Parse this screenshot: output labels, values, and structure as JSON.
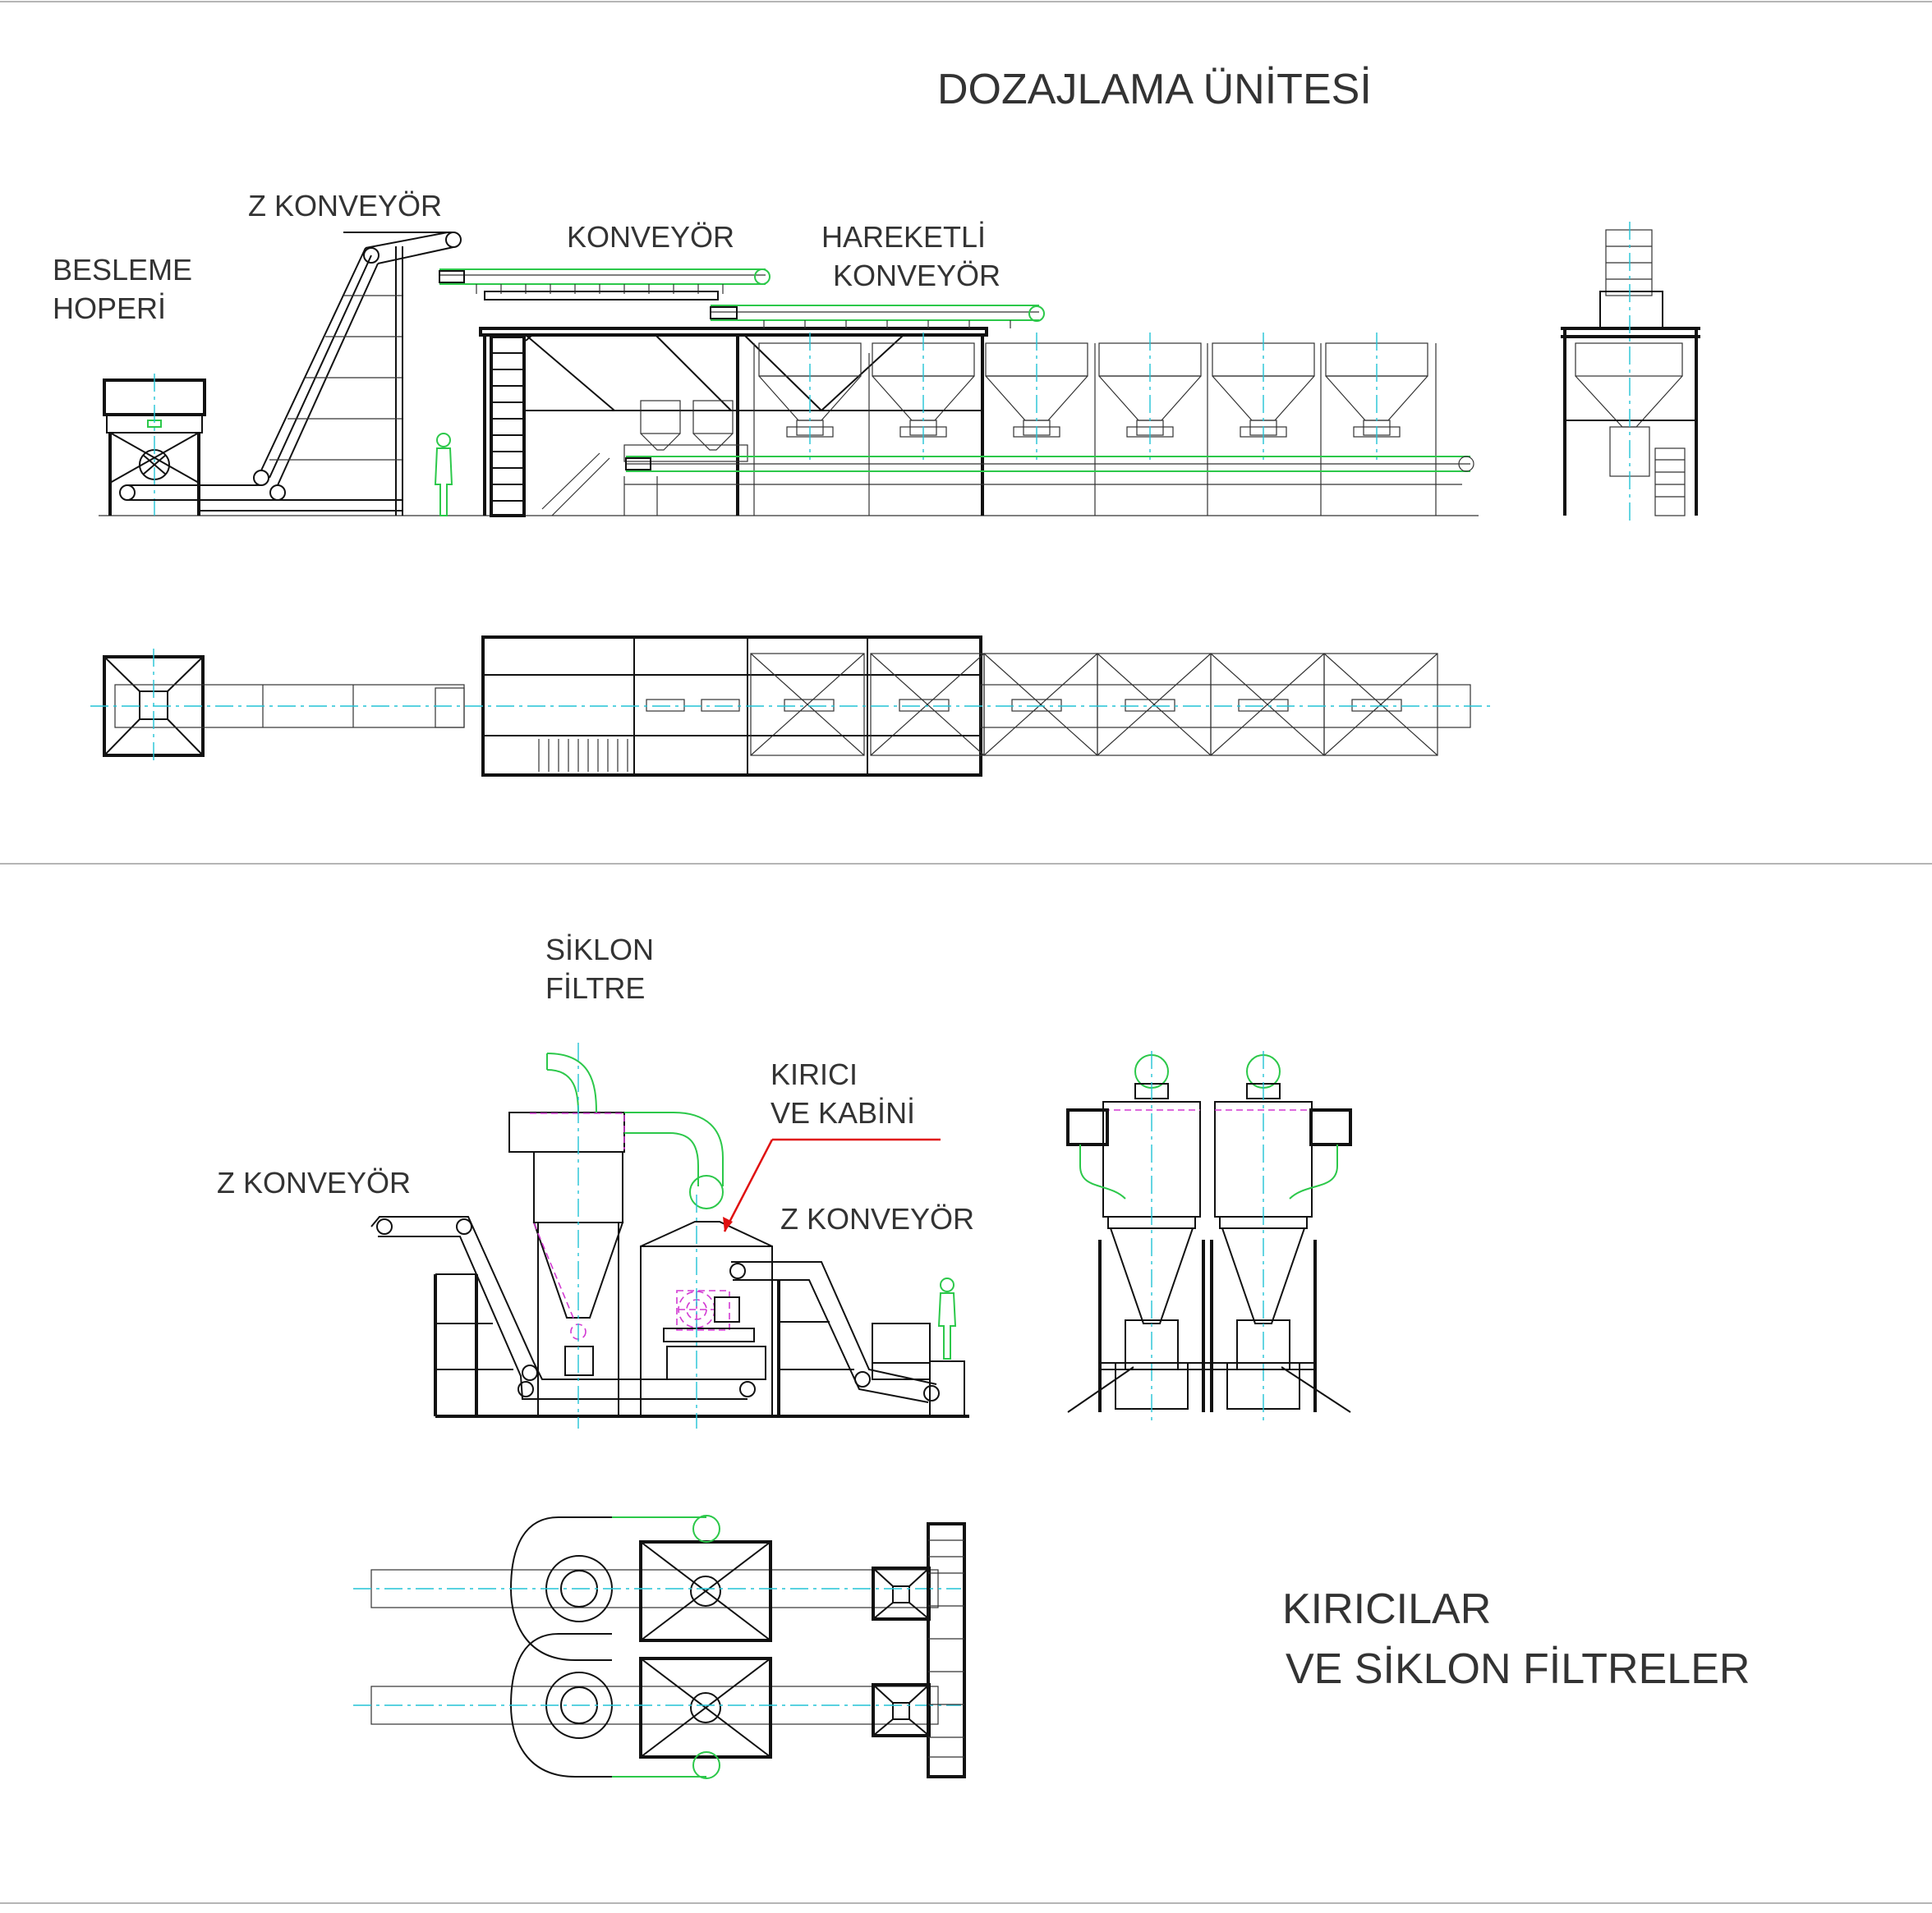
{
  "labels": {
    "dozajlama_title": "DOZAJLAMA ÜNİTESİ",
    "besleme_hoperi": [
      "BESLEME",
      "HOPERİ"
    ],
    "z_konveyor_top": "Z KONVEYÖR",
    "konveyor": "KONVEYÖR",
    "hareketli_konveyor": [
      "HAREKETLİ",
      "KONVEYÖR"
    ],
    "siklon_filtre": [
      "SİKLON",
      "FİLTRE"
    ],
    "kirici_ve_kabini": [
      "KIRICI",
      "VE KABİNİ"
    ],
    "z_konveyor_left": "Z KONVEYÖR",
    "z_konveyor_right": "Z KONVEYÖR",
    "kiricilar_title": [
      "KIRICILAR",
      "VE SİKLON FİLTRELER"
    ]
  },
  "colors": {
    "outline": "#111111",
    "centerline": "#22c3d6",
    "belt": "#2cc84a",
    "hidden": "#d23ad2",
    "leader": "#e01010",
    "text": "#333333"
  }
}
